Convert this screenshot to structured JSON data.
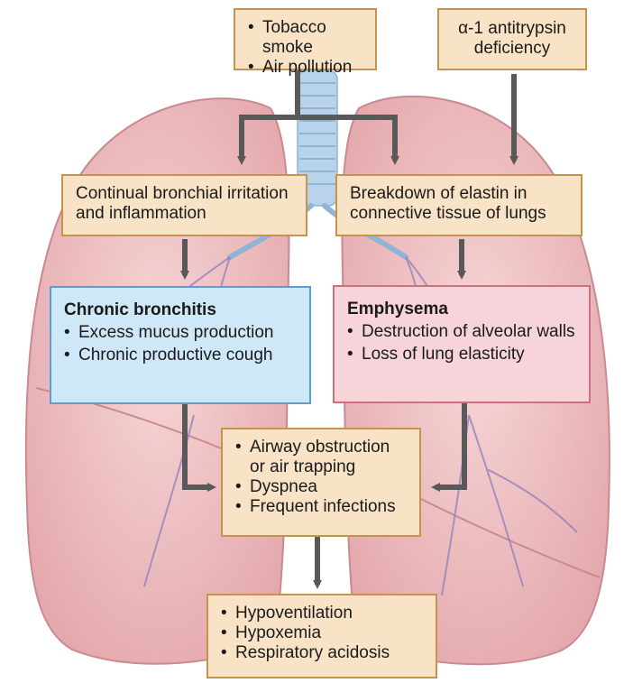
{
  "causes": {
    "environmental": [
      "Tobacco smoke",
      "Air pollution"
    ],
    "genetic": "α-1 antitrypsin deficiency"
  },
  "mechanisms": {
    "bronchial": "Continual bronchial irritation and inflammation",
    "elastin": "Breakdown of elastin in connective tissue of lungs"
  },
  "diseases": {
    "bronchitis": {
      "title": "Chronic bronchitis",
      "items": [
        "Excess mucus production",
        "Chronic productive cough"
      ]
    },
    "emphysema": {
      "title": "Emphysema",
      "items": [
        "Destruction of alveolar walls",
        "Loss of lung elasticity"
      ]
    }
  },
  "effects": [
    "Airway obstruction or air trapping",
    "Dyspnea",
    "Frequent infections"
  ],
  "outcomes": [
    "Hypoventilation",
    "Hypoxemia",
    "Respiratory acidosis"
  ],
  "colors": {
    "lung": "#f0c4c6",
    "lung_edge": "#c98a8f",
    "trachea": "#b9d4ea",
    "box_fill": "#f8e3c6",
    "box_border": "#c8924a",
    "bronchitis_fill": "#cfe8f7",
    "emphysema_fill": "#f7d4da",
    "arrow": "#595959"
  }
}
